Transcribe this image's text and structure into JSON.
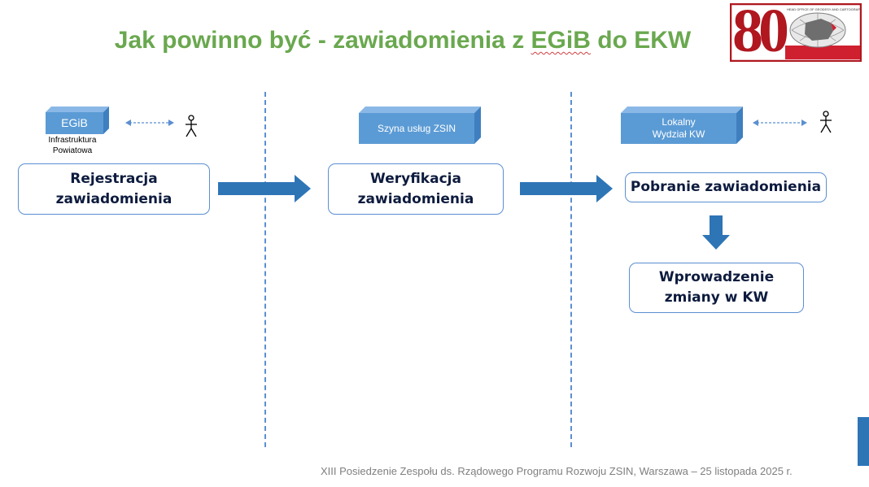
{
  "slide": {
    "title_pre": "Jak powinno być - zawiadomienia z ",
    "title_egib": "EGiB",
    "title_post": " do EKW",
    "footer": "XIII Posiedzenie Zespołu ds. Rządowego Programu Rozwoju ZSIN, Warszawa – 25 listopada 2025 r."
  },
  "logo": {
    "number": "80",
    "caption": "HEAD OFFICE OF GEODESY AND CARTOGRAPHY"
  },
  "columns": [
    {
      "system_label": "EGiB",
      "system_sublabel": "Infrastruktura Powiatowa",
      "process": "Rejestracja zawiadomienia"
    },
    {
      "system_label": "Szyna usług ZSIN",
      "process": "Weryfikacja zawiadomienia"
    },
    {
      "system_label": "Lokalny Wydział KW",
      "process": "Pobranie zawiadomienia",
      "process_2": "Wprowadzenie zmiany w KW"
    }
  ],
  "icons": [
    "person-icon",
    "double-arrow-icon",
    "right-arrow-icon",
    "down-arrow-icon"
  ],
  "colors": {
    "title_green": "#6aa84f",
    "box_blue": "#5b9bd5",
    "arrow_blue": "#2e75b6",
    "text_navy": "#0d1b3e"
  }
}
